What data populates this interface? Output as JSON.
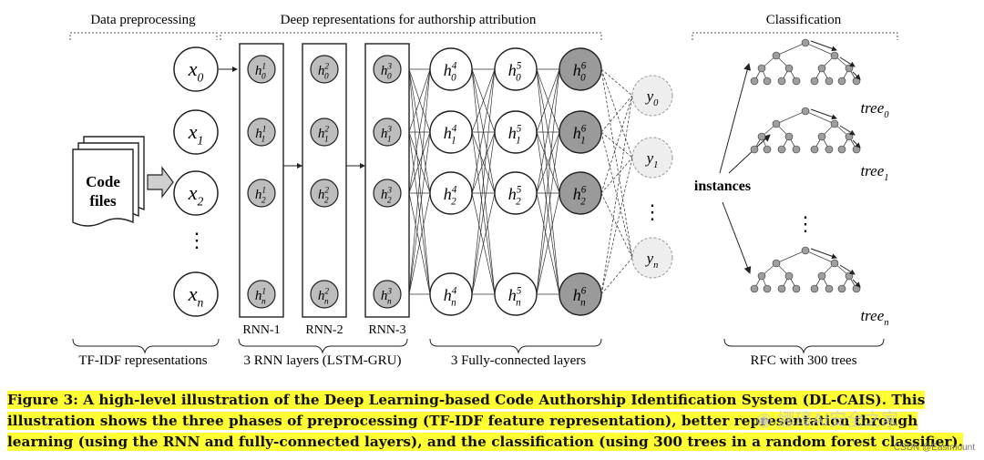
{
  "sections": {
    "preprocessing": "Data preprocessing",
    "deep": "Deep representations for authorship attribution",
    "classification": "Classification"
  },
  "input": {
    "code_files_line1": "Code",
    "code_files_line2": "files",
    "nodes": [
      {
        "base": "x",
        "sub": "0"
      },
      {
        "base": "x",
        "sub": "1"
      },
      {
        "base": "x",
        "sub": "2"
      },
      {
        "base": "x",
        "sub": "n"
      }
    ],
    "ellipsis": "⋮"
  },
  "rnn_layers": [
    {
      "label": "RNN-1",
      "sup": "1"
    },
    {
      "label": "RNN-2",
      "sup": "2"
    },
    {
      "label": "RNN-3",
      "sup": "3"
    }
  ],
  "fc_layers": [
    {
      "sup": "4",
      "filled": false
    },
    {
      "sup": "5",
      "filled": false
    },
    {
      "sup": "6",
      "filled": true
    }
  ],
  "hidden_subs": [
    "0",
    "1",
    "2",
    "n"
  ],
  "hidden_base": "h",
  "outputs": [
    {
      "base": "y",
      "sub": "0"
    },
    {
      "base": "y",
      "sub": "1"
    },
    {
      "base": "y",
      "sub": "n"
    }
  ],
  "instances_label": "instances",
  "trees": [
    {
      "base": "tree",
      "sub": "0"
    },
    {
      "base": "tree",
      "sub": "1"
    },
    {
      "base": "tree",
      "sub": "n"
    }
  ],
  "bottom_labels": {
    "tfidf": "TF-IDF representations",
    "rnn": "3 RNN layers (LSTM-GRU)",
    "fc": "3 Fully-connected layers",
    "rfc": "RFC with 300 trees"
  },
  "caption": "Figure 3: A high-level illustration of the Deep Learning-based Code Authorship Identification System (DL-CAIS). This illustration shows the three phases of preprocessing (TF-IDF feature representation), better representation through learning (using the RNN and fully-connected layers), and the classification (using 300 trees in a random forest classifier).",
  "watermarks": {
    "wechat": "娜璋AI安全之家",
    "csdn": "CSDN @Eastmount"
  },
  "colors": {
    "highlight": "#ffff33",
    "node_gray": "#bdbdbd",
    "node_dark": "#9a9a9a",
    "output_fill": "#eeeeee"
  }
}
